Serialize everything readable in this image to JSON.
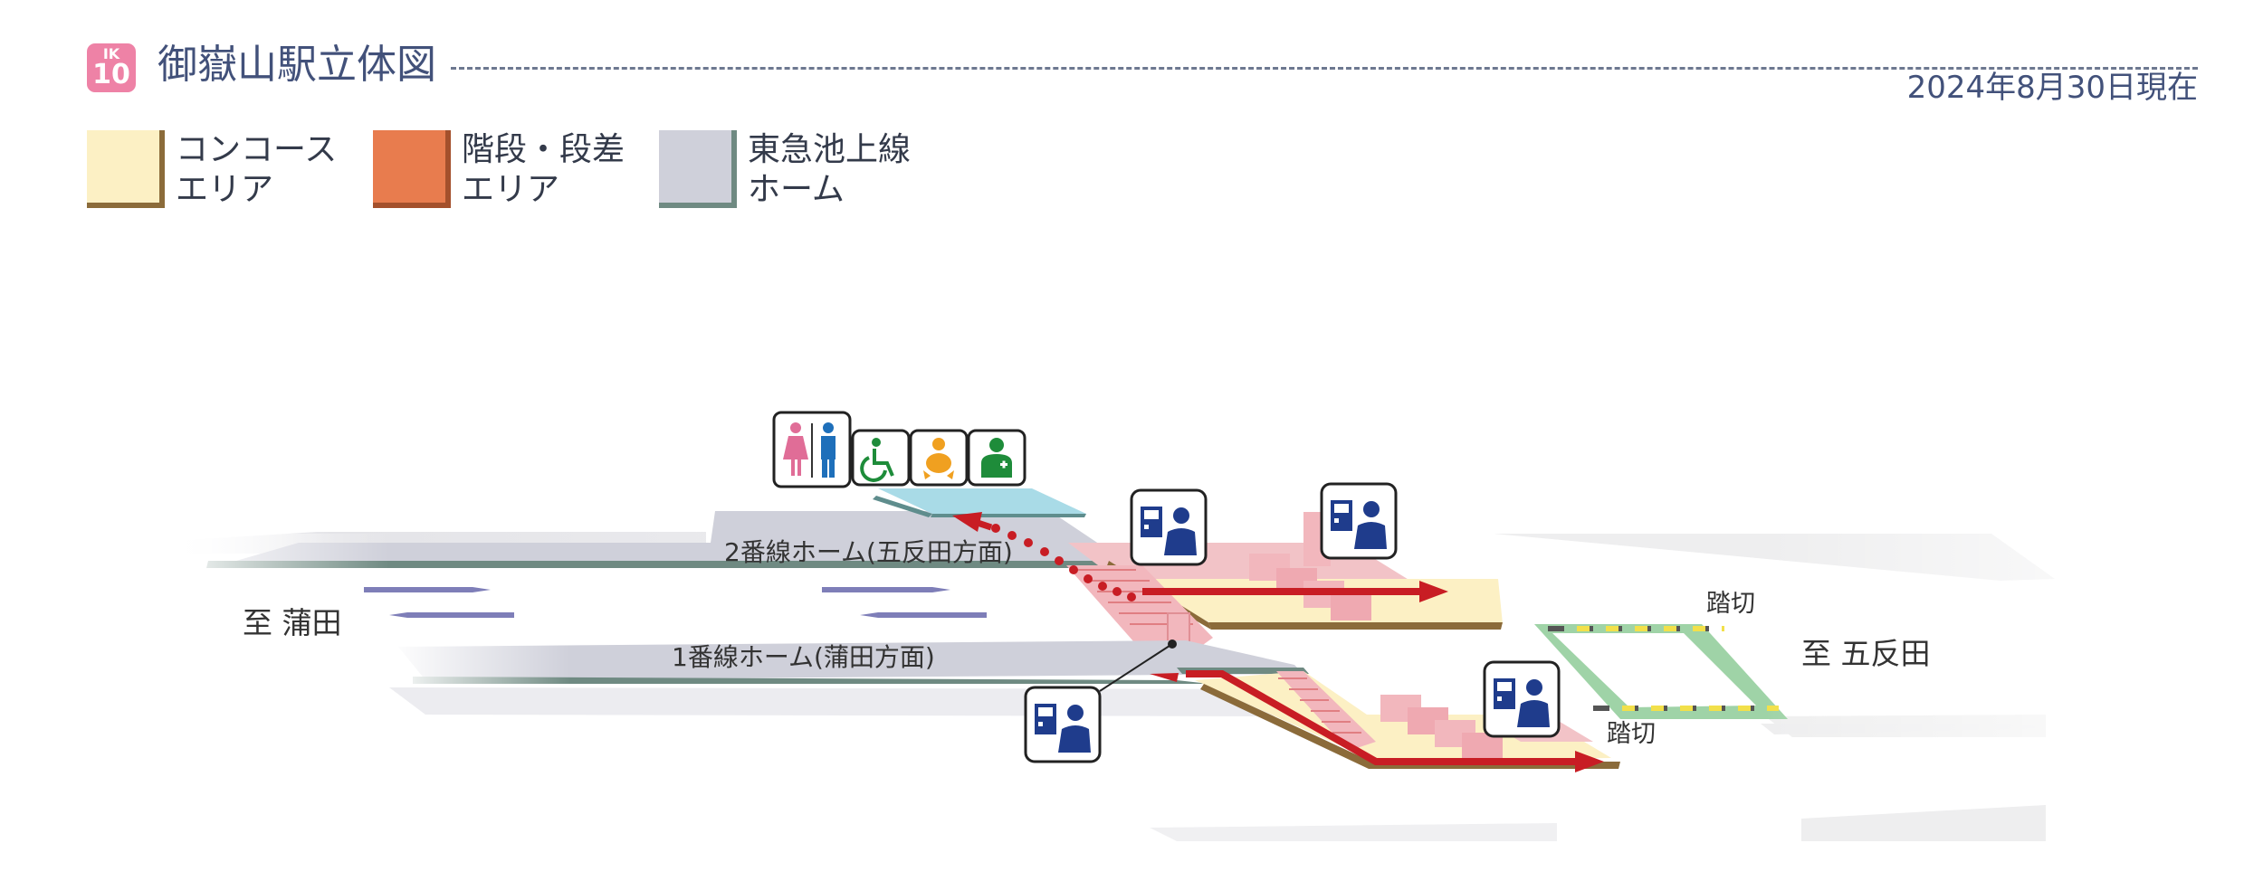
{
  "header": {
    "line_code": "IK",
    "station_number": "10",
    "title": "御嶽山駅立体図",
    "as_of_date": "2024年8月30日現在"
  },
  "legend": [
    {
      "label": "コンコース\nエリア",
      "color": "#fcf0c4",
      "edge_color": "#8b6b3a"
    },
    {
      "label": "階段・段差\nエリア",
      "color": "#e87c4e",
      "edge_color": "#a4502c"
    },
    {
      "label": "東急池上線\nホーム",
      "color": "#cfd0da",
      "edge_color": "#6f8a82"
    }
  ],
  "diagram": {
    "platform_2_label": "2番線ホーム(五反田方面)",
    "platform_1_label": "1番線ホーム(蒲田方面)",
    "direction_left": "至 蒲田",
    "direction_right": "至 五反田",
    "crossing_upper": "踏切",
    "crossing_lower": "踏切",
    "facility_icons": [
      "restroom-icon",
      "wheelchair-icon",
      "baby-icon",
      "first-aid-icon",
      "ticket-machine-staff-icon"
    ],
    "colors": {
      "route": "#c81d24",
      "platform": "#cfd0da",
      "platform_edge": "#6f8a82",
      "concourse": "#fcf0c4",
      "stair": "#f2b7bd",
      "crossing": "#9fd3a7",
      "restroom_area": "#a9dbe7",
      "staff_icon_blue": "#1f3c8c",
      "green_icon": "#1e8c3a"
    }
  }
}
